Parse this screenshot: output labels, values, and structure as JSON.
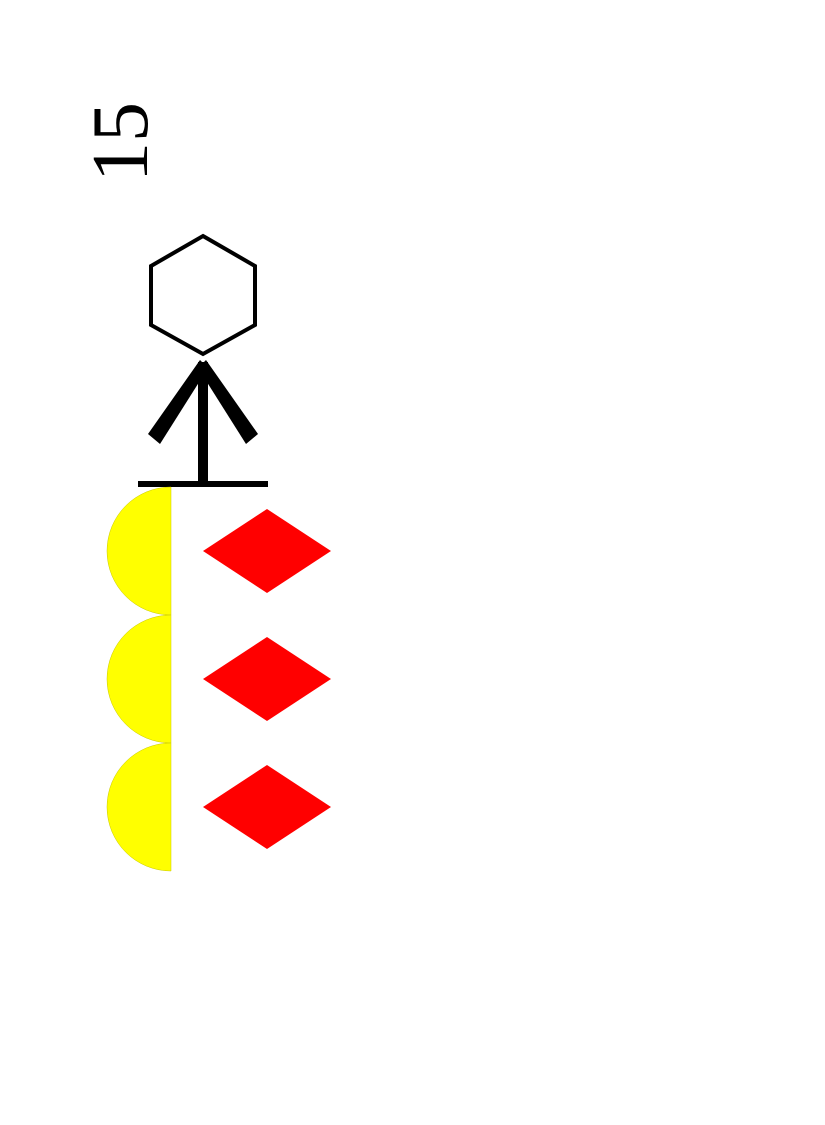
{
  "page": {
    "number": "15"
  },
  "figure": {
    "head_shape": "hexagon",
    "body_shape": "stick-figure",
    "stroke_color": "#000000"
  },
  "shapes": {
    "half_circles": {
      "count": 3,
      "color": "#ffff00"
    },
    "diamonds": {
      "count": 3,
      "color": "#ff0000"
    }
  }
}
